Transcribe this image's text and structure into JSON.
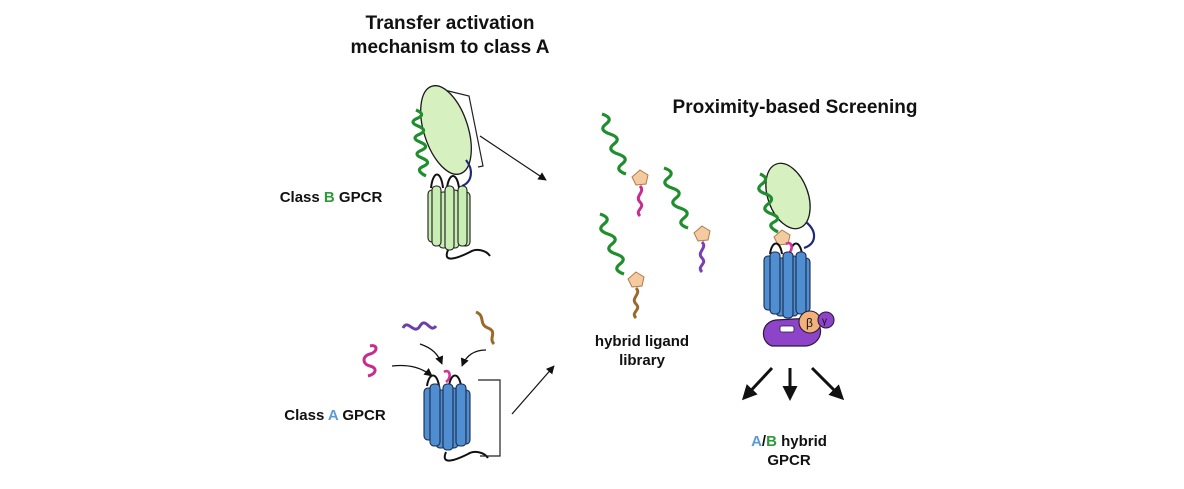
{
  "labels": {
    "transfer_title_line1": "Transfer activation",
    "transfer_title_line2": "mechanism to class A",
    "screening_title": "Proximity-based Screening",
    "class_b_prefix": "Class ",
    "class_b_letter": "B",
    "class_b_suffix": " GPCR",
    "class_a_prefix": "Class ",
    "class_a_letter": "A",
    "class_a_suffix": " GPCR",
    "library_line1": "hybrid ligand",
    "library_line2": "library",
    "result_a": "A",
    "result_slash": "/",
    "result_b": "B",
    "result_hybrid": " hybrid",
    "result_line2": "GPCR",
    "beta_symbol": "β",
    "gamma_symbol": "γ"
  },
  "colors": {
    "class_a_blue": "#5b9bd5",
    "class_b_green": "#2e9a3a",
    "helix_green": "#1f8f2e",
    "ecd_light_green": "#d6f0c0",
    "tm_light_green": "#c9eeb4",
    "tm_blue": "#4f8ed1",
    "linker_pink": "#d2349a",
    "linker_purple": "#7a3fb0",
    "linker_brown": "#9a6a2a",
    "connector_peach": "#f4cba0",
    "g_alpha_purple": "#8e44c8",
    "g_beta_orange": "#f0b27a",
    "navy_loop": "#1f2a7a"
  }
}
